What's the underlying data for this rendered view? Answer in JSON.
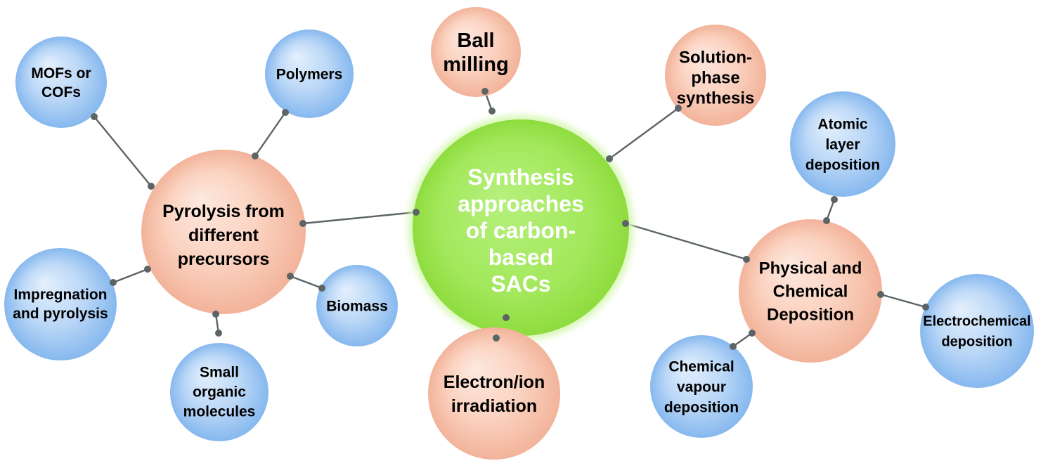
{
  "diagram": {
    "center": {
      "id": "center",
      "lines": [
        "Synthesis",
        "approaches",
        "of carbon-",
        "based",
        "SACs"
      ],
      "kind": "green"
    },
    "nodes": [
      {
        "id": "pyrolysis",
        "lines": [
          "Pyrolysis from",
          "different",
          "precursors"
        ],
        "kind": "orange"
      },
      {
        "id": "ball-milling",
        "lines": [
          "Ball",
          "milling"
        ],
        "kind": "orange"
      },
      {
        "id": "solution-phase",
        "lines": [
          "Solution-",
          "phase",
          "synthesis"
        ],
        "kind": "orange"
      },
      {
        "id": "electron-ion",
        "lines": [
          "Electron/ion",
          "irradiation"
        ],
        "kind": "orange"
      },
      {
        "id": "physical-chemical",
        "lines": [
          "Physical and",
          "Chemical",
          "Deposition"
        ],
        "kind": "orange"
      },
      {
        "id": "mofs-cofs",
        "lines": [
          "MOFs or",
          "COFs"
        ],
        "kind": "blue"
      },
      {
        "id": "polymers",
        "lines": [
          "Polymers"
        ],
        "kind": "blue"
      },
      {
        "id": "impregnation",
        "lines": [
          "Impregnation",
          "and pyrolysis"
        ],
        "kind": "blue"
      },
      {
        "id": "biomass",
        "lines": [
          "Biomass"
        ],
        "kind": "blue"
      },
      {
        "id": "small-organic",
        "lines": [
          "Small",
          "organic",
          "molecules"
        ],
        "kind": "blue"
      },
      {
        "id": "atomic-layer",
        "lines": [
          "Atomic",
          "layer",
          "deposition"
        ],
        "kind": "blue"
      },
      {
        "id": "electrochemical",
        "lines": [
          "Electrochemical",
          "deposition"
        ],
        "kind": "blue"
      },
      {
        "id": "chemical-vapour",
        "lines": [
          "Chemical",
          "vapour",
          "deposition"
        ],
        "kind": "blue"
      }
    ],
    "edges": [
      [
        "center",
        "pyrolysis"
      ],
      [
        "center",
        "ball-milling"
      ],
      [
        "center",
        "solution-phase"
      ],
      [
        "center",
        "electron-ion"
      ],
      [
        "center",
        "physical-chemical"
      ],
      [
        "pyrolysis",
        "mofs-cofs"
      ],
      [
        "pyrolysis",
        "polymers"
      ],
      [
        "pyrolysis",
        "impregnation"
      ],
      [
        "pyrolysis",
        "biomass"
      ],
      [
        "pyrolysis",
        "small-organic"
      ],
      [
        "physical-chemical",
        "atomic-layer"
      ],
      [
        "physical-chemical",
        "electrochemical"
      ],
      [
        "physical-chemical",
        "chemical-vapour"
      ]
    ],
    "colors": {
      "connector": "#5c6466",
      "green_text": "#ffffff",
      "node_text": "#000000",
      "orange_light": "#fde8df",
      "orange_dark": "#f2b39a",
      "blue_light": "#e4f0fd",
      "blue_dark": "#86b8ee",
      "green_light": "#b6f07e",
      "green_dark": "#8edc3e",
      "green_glow": "#d6f7b4"
    }
  }
}
